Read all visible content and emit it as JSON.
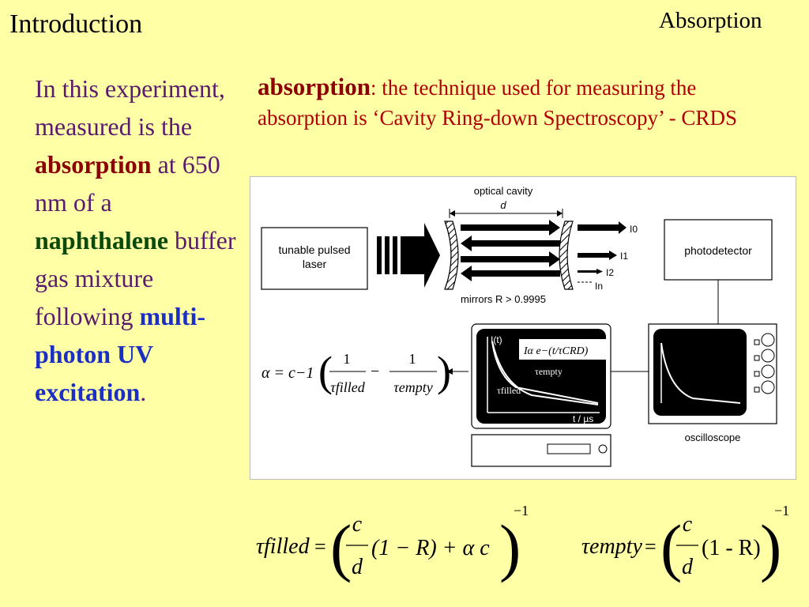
{
  "header": {
    "title": "Introduction",
    "section": "Absorption"
  },
  "left": {
    "p1": "In this experiment, measured is the ",
    "kw1": "absorption",
    "p2": " at 650 nm of a ",
    "kw2": "naphthalene",
    "p3": " buffer gas mixture following ",
    "kw3": "multi-photon UV excitation",
    "p4": "."
  },
  "right": {
    "kw": "absorption",
    "text": ": the technique used for measuring the absorption is ‘Cavity Ring-down Spectroscopy’ - CRDS"
  },
  "figure": {
    "laser_l1": "tunable pulsed",
    "laser_l2": "laser",
    "cavity_l1": "optical cavity",
    "cavity_d": "d",
    "mirrors": "mirrors R > 0.9995",
    "I0": "I0",
    "I1": "I1",
    "I2": "I2",
    "In": "In",
    "detector": "photodetector",
    "oscilloscope": "oscilloscope",
    "plot_y": "I(t)",
    "plot_x": "t / µs",
    "plot_formula": "Iα e−(t/τCRD)",
    "tau_empty": "τempty",
    "tau_filled": "τfilled",
    "alpha_eq": "α = c−1",
    "frac1_num": "1",
    "frac1_den": "τfilled",
    "frac2_num": "1",
    "frac2_den": "τempty"
  },
  "equations": {
    "filled_lhs": "τfilled",
    "filled_num": "c",
    "filled_den": "d",
    "filled_term": "(1 − R) + α c",
    "empty_lhs": "τempty",
    "empty_num": "c",
    "empty_den": "d",
    "empty_term": "(1 - R)",
    "exponent": "−1"
  },
  "colors": {
    "background": "#ffffa6",
    "left_text": "#5a1a6e",
    "absorption": "#8b0000",
    "naphthalene": "#0a4a0a",
    "excitation": "#1b2fc4",
    "right_text": "#b00000"
  }
}
